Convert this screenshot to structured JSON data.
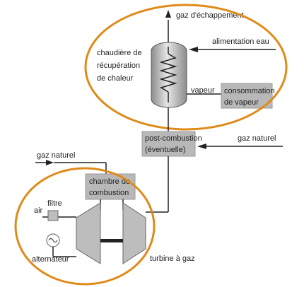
{
  "diagram": {
    "colors": {
      "highlight_ellipse": "#e08a1a",
      "box_fill": "#b8b8b8",
      "box_border": "#9a9a9a",
      "line": "#222222",
      "component_fill": "#bdbdbd"
    },
    "labels": {
      "gaz_echappement": "gaz d'échappement",
      "chaudiere_1": "chaudière de",
      "chaudiere_2": "récupération",
      "chaudiere_3": "de chaleur",
      "alimentation_eau": "alimentation eau",
      "vapeur": "vapeur",
      "consommation_1": "consommation",
      "consommation_2": "de vapeur",
      "post_combustion_1": "post-combustion",
      "post_combustion_2": "(éventuelle)",
      "gaz_naturel_right": "gaz naturel",
      "gaz_naturel_left": "gaz naturel",
      "chambre_1": "chambre de",
      "chambre_2": "combustion",
      "filtre": "filtre",
      "air": "air",
      "alternateur": "alternateur",
      "turbine": "turbine à gaz"
    },
    "icons": [
      "heat-exchanger-coil-icon",
      "alternator-sine-icon",
      "filter-icon"
    ]
  }
}
